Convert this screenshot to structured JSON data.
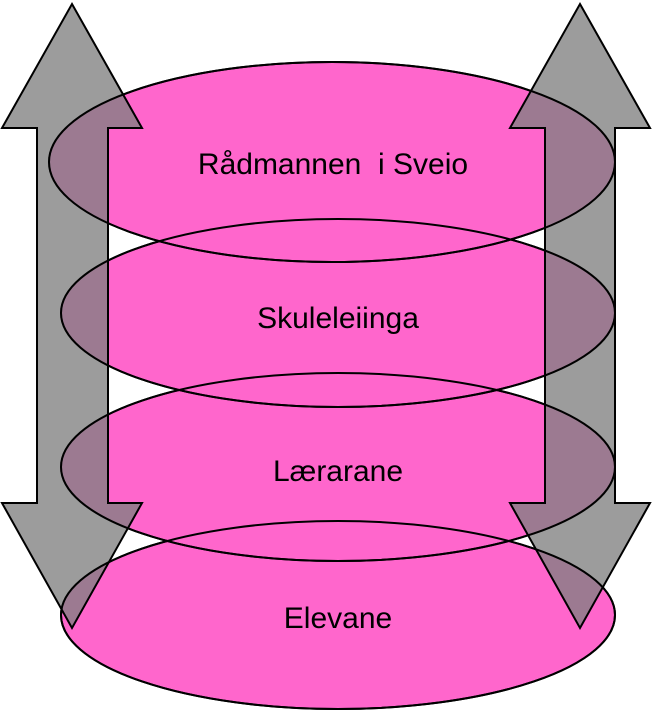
{
  "diagram": {
    "levels": [
      {
        "label": "Rådmannen  i Sveio"
      },
      {
        "label": "Skuleleiinga"
      },
      {
        "label": "Lærarane"
      },
      {
        "label": "Elevane"
      }
    ],
    "colors": {
      "ellipse_fill": "#ff66cc",
      "arrow_fill": "#808080",
      "outline": "#000000",
      "background": "#ffffff"
    }
  }
}
